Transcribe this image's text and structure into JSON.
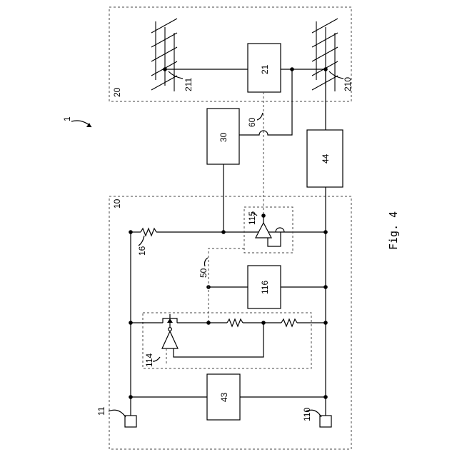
{
  "figure": {
    "caption": "Fig. 4"
  },
  "system": {
    "label": "1"
  },
  "unit_10": {
    "label": "10"
  },
  "unit_20": {
    "label": "20"
  },
  "blocks": {
    "b21": "21",
    "b30": "30",
    "b43": "43",
    "b44": "44",
    "b116": "116"
  },
  "components": {
    "c114": "114",
    "c115": "115",
    "r16": "16"
  },
  "terminals": {
    "t11": "11",
    "t110": "110"
  },
  "antennas": {
    "a210": "210",
    "a211": "211"
  },
  "signal_lines": {
    "s50": "50",
    "s60": "60"
  }
}
